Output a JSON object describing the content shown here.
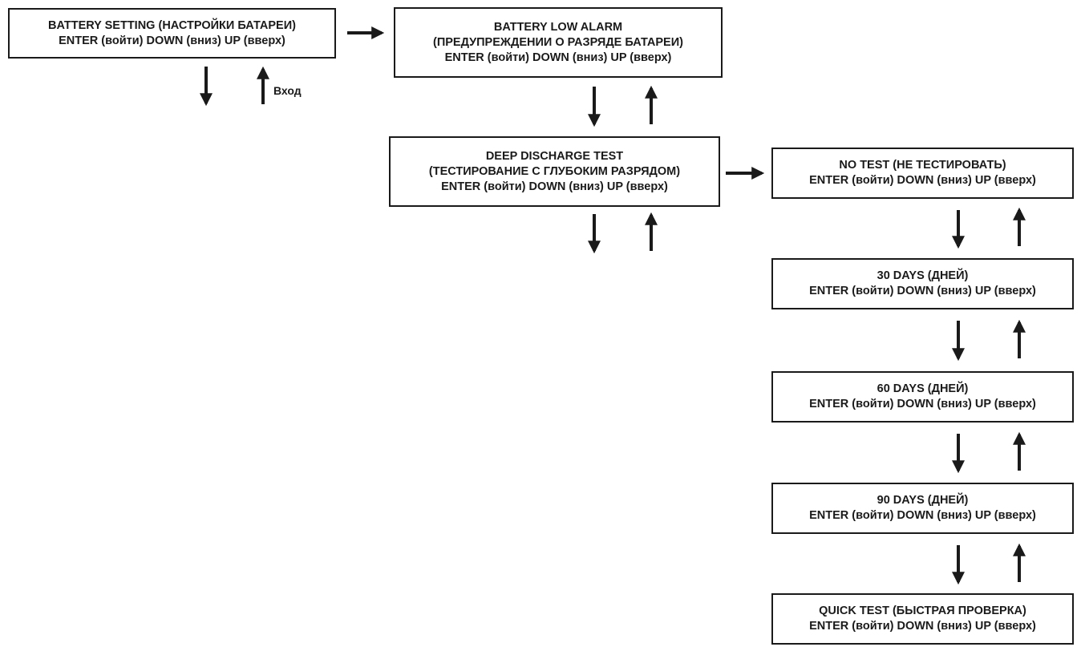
{
  "controls": "ENTER (войти)  DOWN (вниз) UP (вверх)",
  "entry_label": "Вход",
  "nodes": {
    "battery_setting": {
      "title": "BATTERY SETTING (НАСТРОЙКИ БАТАРЕИ)"
    },
    "battery_low_alarm": {
      "title": "BATTERY LOW ALARM",
      "subtitle": "(ПРЕДУПРЕЖДЕНИИ О РАЗРЯДЕ БАТАРЕИ)"
    },
    "deep_discharge_test": {
      "title": "DEEP DISCHARGE TEST",
      "subtitle": "(ТЕСТИРОВАНИЕ С ГЛУБОКИМ РАЗРЯДОМ)"
    },
    "no_test": {
      "title": "NO TEST (НЕ ТЕСТИРОВАТЬ)"
    },
    "days_30": {
      "title": "30 DAYS (ДНЕЙ)"
    },
    "days_60": {
      "title": "60 DAYS (ДНЕЙ)"
    },
    "days_90": {
      "title": "90 DAYS (ДНЕЙ)"
    },
    "quick_test": {
      "title": "QUICK TEST (БЫСТРАЯ ПРОВЕРКА)"
    }
  },
  "colors": {
    "ink": "#1a1a1a",
    "background": "#ffffff"
  }
}
